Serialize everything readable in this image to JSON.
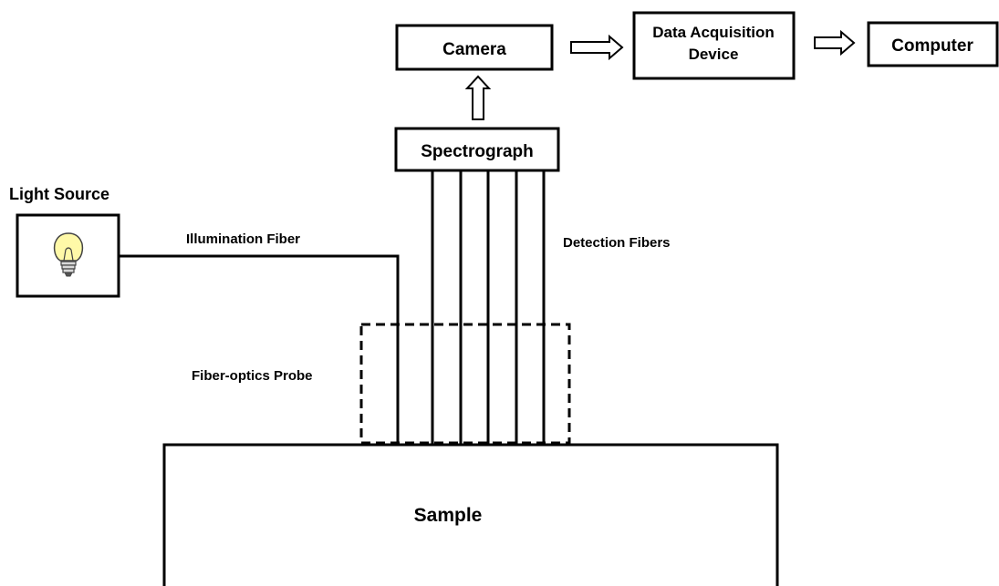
{
  "labels": {
    "camera": "Camera",
    "data_acquisition_line1": "Data Acquisition",
    "data_acquisition_line2": "Device",
    "computer": "Computer",
    "spectrograph": "Spectrograph",
    "light_source": "Light Source",
    "illumination_fiber": "Illumination Fiber",
    "detection_fibers": "Detection Fibers",
    "fiber_optics_probe": "Fiber-optics Probe",
    "sample": "Sample"
  },
  "icons": {
    "light_source": "light-bulb-icon",
    "flow_arrows": "hollow-arrow-icon"
  },
  "colors": {
    "line": "#000000",
    "background": "#ffffff",
    "bulb_fill": "#fff9a8"
  }
}
